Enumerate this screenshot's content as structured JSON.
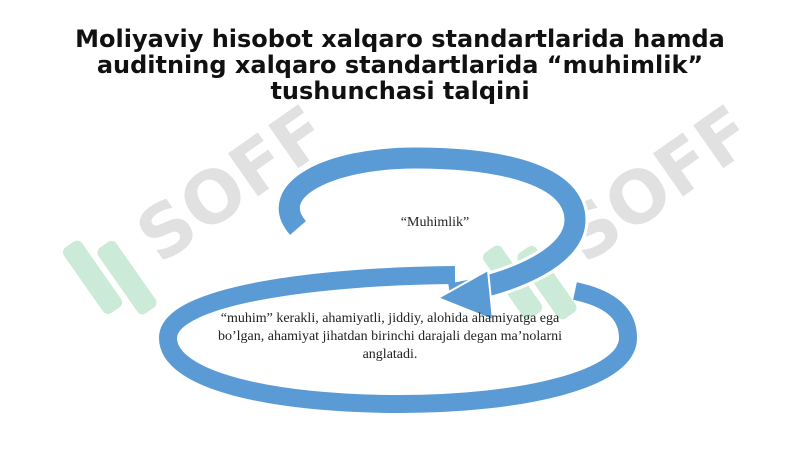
{
  "slide": {
    "title": "Moliyaviy hisobot xalqaro standartlarida hamda auditning xalqaro standartlarida “muhimlik” tushunchasi talqini"
  },
  "diagram": {
    "term": "“Muhimlik”",
    "definition": "“muhim” kerakli, ahamiyatli, jiddiy, alohida ahamiyatga ega bo’lgan, ahamiyat jihatdan birinchi darajali degan ma’nolarni anglatadi.",
    "arrow_color": "#5b9bd5",
    "arrow_outline": "#ffffff"
  },
  "watermark": {
    "text": "SOFF",
    "text_color": "#d8d8d8",
    "mark_color": "#b5e3c8"
  }
}
